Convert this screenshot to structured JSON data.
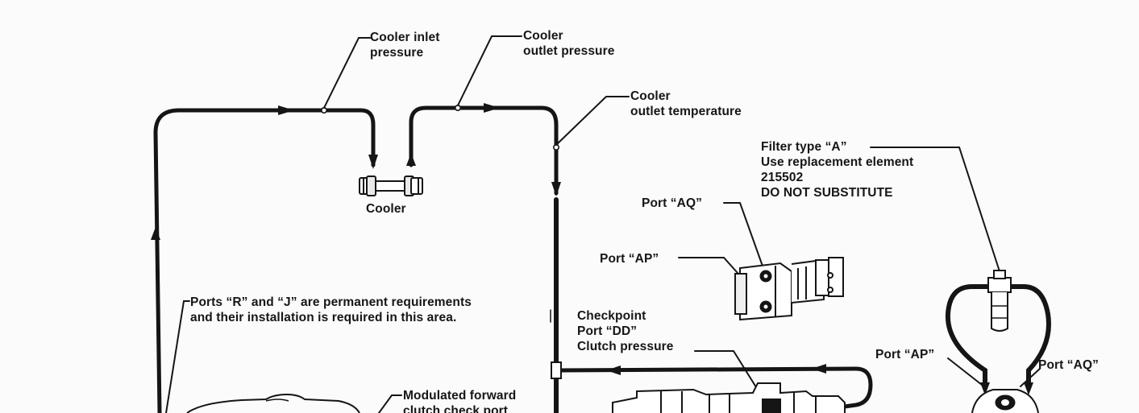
{
  "labels": {
    "cooler_inlet_pressure": [
      "Cooler inlet",
      "pressure"
    ],
    "cooler_outlet_pressure": [
      "Cooler",
      "outlet pressure"
    ],
    "cooler_outlet_temperature": [
      "Cooler",
      "outlet temperature"
    ],
    "cooler": "Cooler",
    "filter_type_a": [
      "Filter type “A”",
      "Use replacement element",
      "215502",
      "DO NOT SUBSTITUTE"
    ],
    "port_aq_upper": "Port “AQ”",
    "port_ap_upper": "Port “AP”",
    "ports_r_j_note": [
      "Ports “R” and “J” are permanent requirements",
      "and their installation is required in this area."
    ],
    "checkpoint_dd": [
      "Checkpoint",
      "Port “DD”",
      "Clutch pressure"
    ],
    "port_ap_lower": "Port “AP”",
    "port_aq_lower": "Port “AQ”",
    "modulated_forward": [
      "Modulated forward",
      "clutch check port"
    ]
  },
  "colors": {
    "line": "#151515",
    "paper": "#fbfbfb"
  }
}
